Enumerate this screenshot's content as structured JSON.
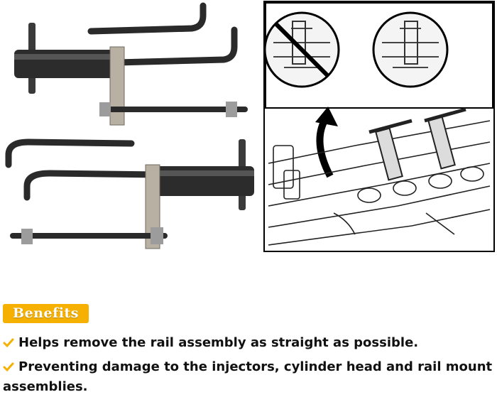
{
  "section_badge": "Benefits",
  "benefits": [
    "Helps remove the rail assembly as straight as possible.",
    "Preventing damage to the injectors, cylinder head and rail mount assemblies."
  ],
  "colors": {
    "badge": "#f5b000",
    "check": "#f5b000",
    "text": "#111111",
    "tool": "#1c1c1c"
  }
}
